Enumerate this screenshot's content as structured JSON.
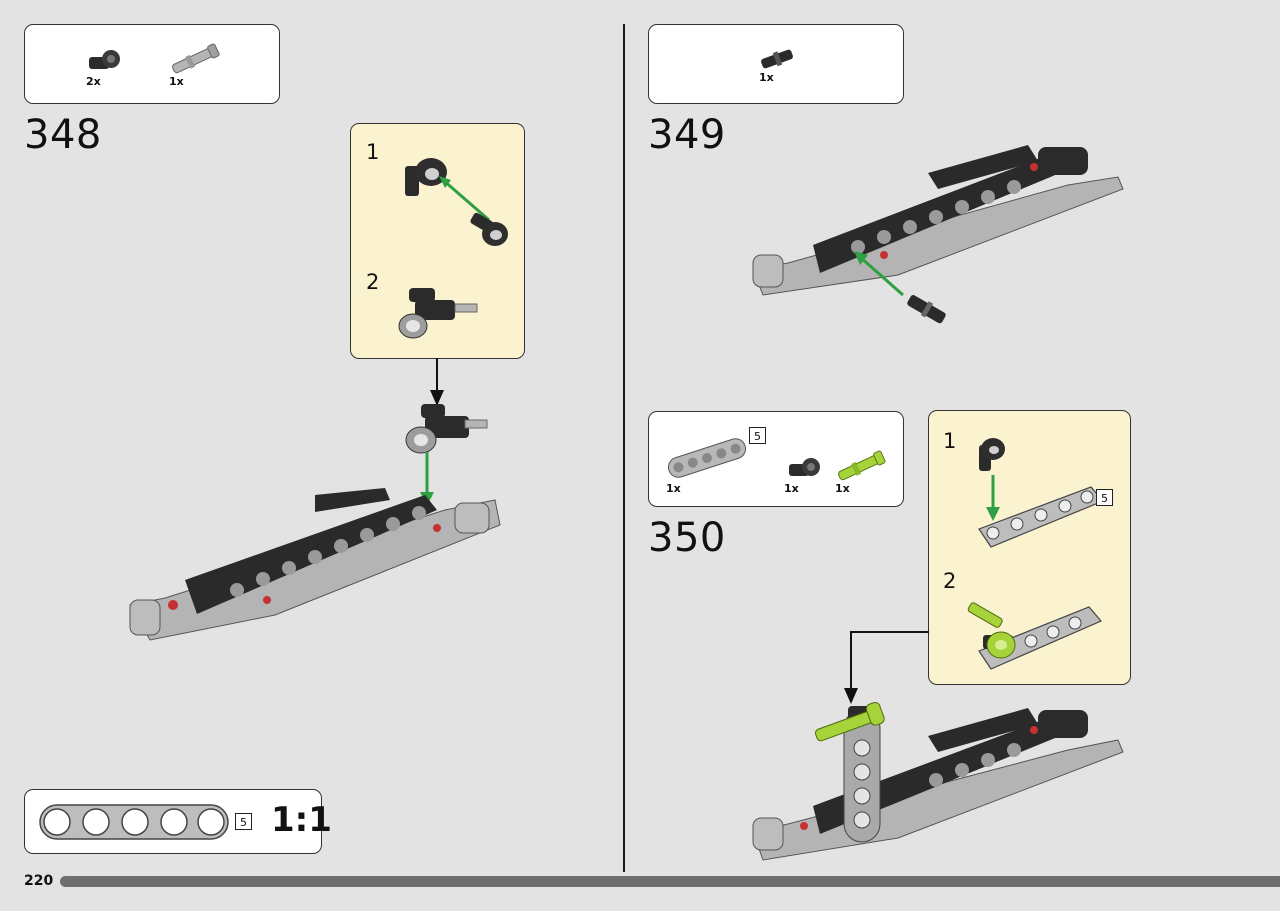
{
  "page": {
    "number": "220"
  },
  "steps": [
    {
      "number": "348",
      "parts": [
        {
          "qty": "2x",
          "icon": "connector-perpendicular-icon"
        },
        {
          "qty": "1x",
          "icon": "axle-pin-icon"
        }
      ],
      "substeps": [
        {
          "number": "1"
        },
        {
          "number": "2"
        }
      ]
    },
    {
      "number": "349",
      "parts": [
        {
          "qty": "1x",
          "icon": "pin-black-icon"
        }
      ]
    },
    {
      "number": "350",
      "parts": [
        {
          "qty": "1x",
          "icon": "beam-5-icon",
          "length": "5"
        },
        {
          "qty": "1x",
          "icon": "connector-perpendicular-icon"
        },
        {
          "qty": "1x",
          "icon": "axle-pin-lime-icon"
        }
      ],
      "substeps": [
        {
          "number": "1",
          "length": "5"
        },
        {
          "number": "2"
        }
      ]
    }
  ],
  "scale_reference": {
    "length": "5",
    "label": "1:1"
  },
  "colors": {
    "background": "#e3e3e3",
    "subassembly": "#fbf3cf",
    "arrow_green": "#2ea043",
    "lime": "#a6d23a",
    "gray": "#a9a9a9",
    "black": "#2b2b2b"
  }
}
